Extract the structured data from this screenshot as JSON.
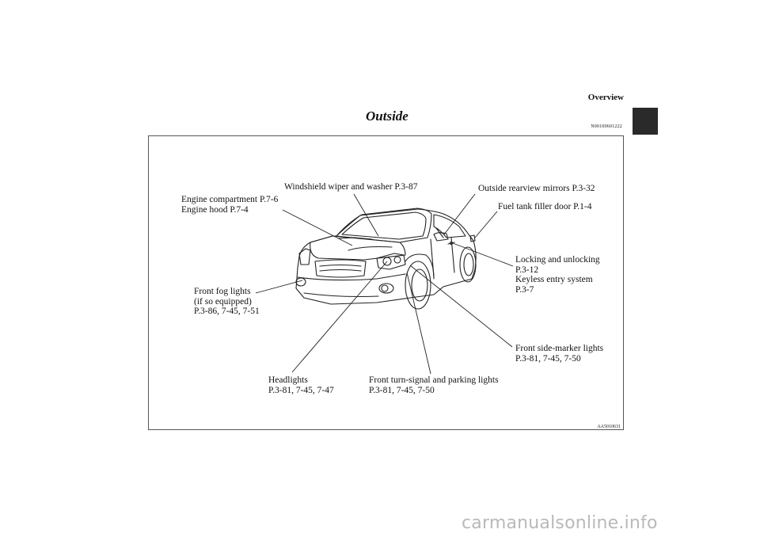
{
  "header": {
    "section": "Overview",
    "title": "Outside",
    "code": "N00100601222"
  },
  "figure": {
    "code": "AA5010631",
    "labels": {
      "windshield": "Windshield wiper and washer P.3-87",
      "mirrors": "Outside rearview mirrors P.3-32",
      "engine_compartment": "Engine compartment P.7-6",
      "engine_hood": "Engine hood P.7-4",
      "fuel_door": "Fuel tank filler door P.1-4",
      "locking_1": "Locking and unlocking",
      "locking_2": "P.3-12",
      "keyless_1": "Keyless entry system",
      "keyless_2": "P.3-7",
      "fog_1": "Front fog lights",
      "fog_2": "(if so equipped)",
      "fog_3": "P.3-86, 7-45, 7-51",
      "sidemarker_1": "Front side-marker lights",
      "sidemarker_2": "P.3-81, 7-45, 7-50",
      "headlights_1": "Headlights",
      "headlights_2": "P.3-81, 7-45, 7-47",
      "turn_1": "Front turn-signal and parking lights",
      "turn_2": "P.3-81, 7-45, 7-50"
    }
  },
  "watermark": "carmanualsonline.info"
}
